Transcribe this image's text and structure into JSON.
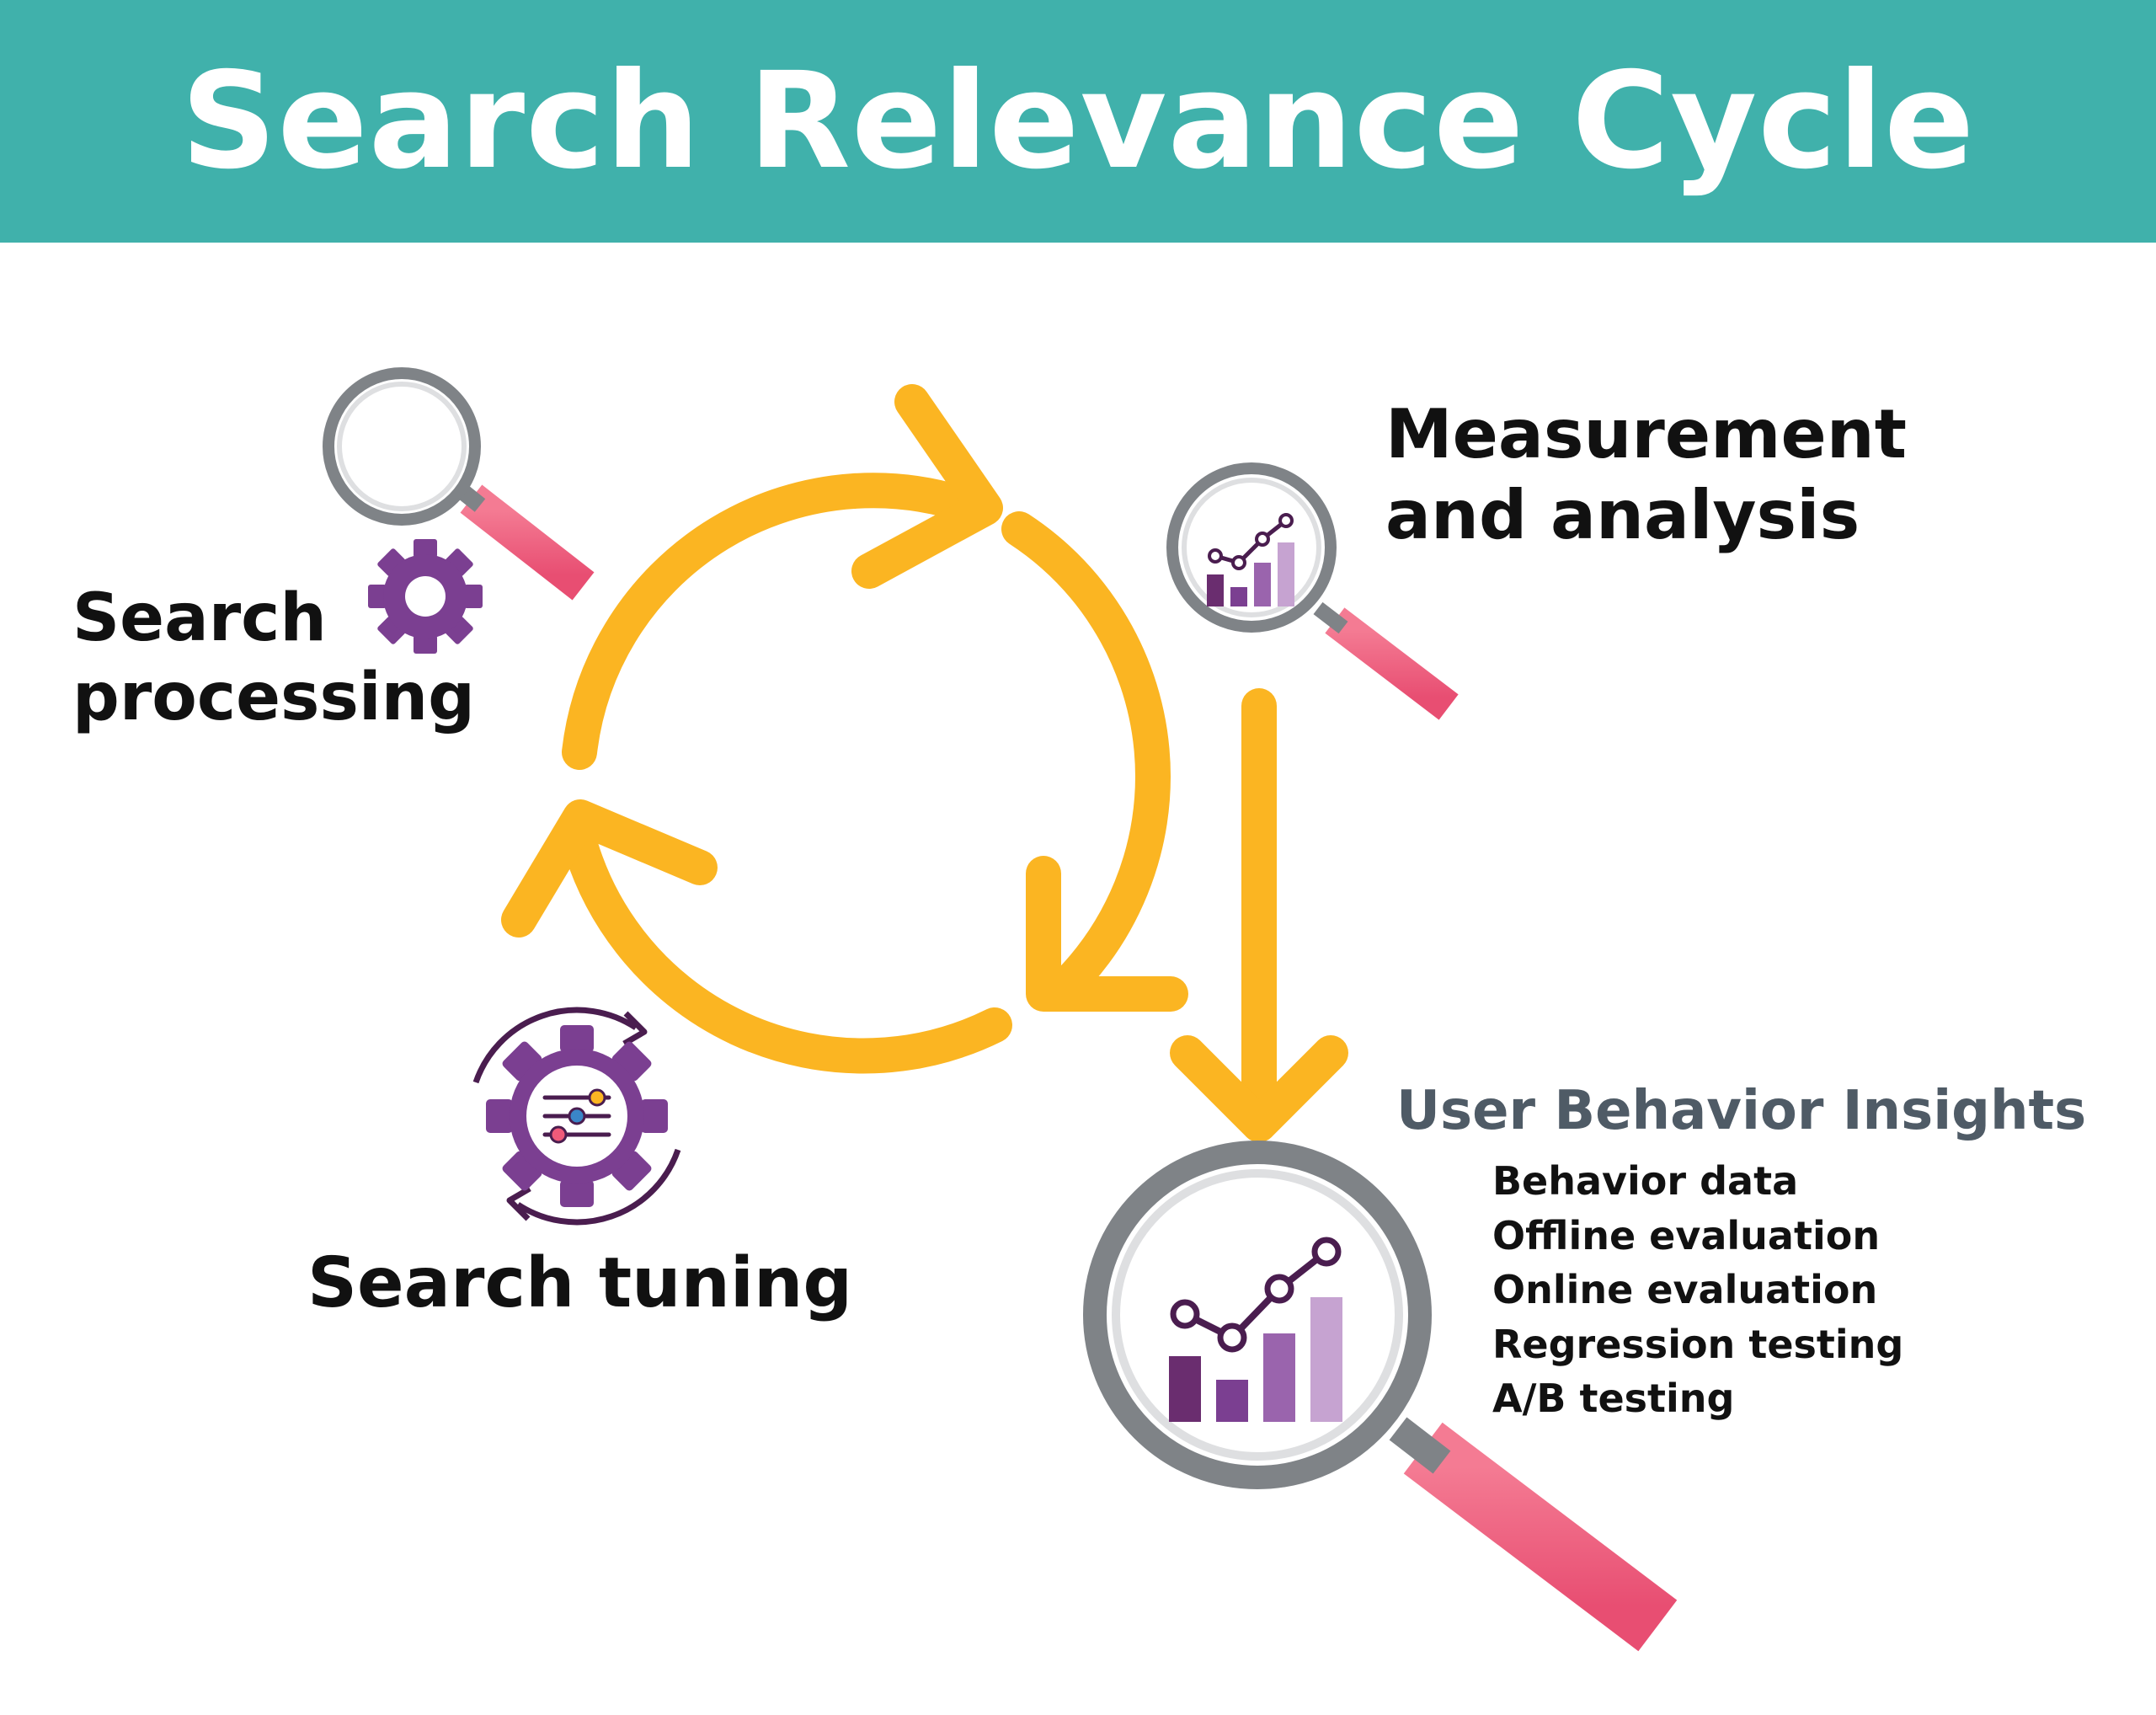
{
  "title": "Search Relevance Cycle",
  "stages": {
    "processing": {
      "line1": "Search",
      "line2": "processing"
    },
    "measurement": {
      "line1": "Measurement",
      "line2": "and analysis"
    },
    "tuning": {
      "label": "Search tuning"
    }
  },
  "insights": {
    "title": "User Behavior Insights",
    "items": [
      "Behavior data",
      "Offline evaluation",
      "Online evaluation",
      "Regression testing",
      "A/B testing"
    ]
  },
  "colors": {
    "header": "#40b1ab",
    "arrow": "#fbb522",
    "purple": "#7b3f91",
    "magnifier_rim": "#808488",
    "magnifier_handle": "#ef5a7a"
  },
  "icons": [
    "magnifier-icon",
    "gear-icon",
    "chart-magnifier-icon",
    "tuning-gear-icon"
  ]
}
